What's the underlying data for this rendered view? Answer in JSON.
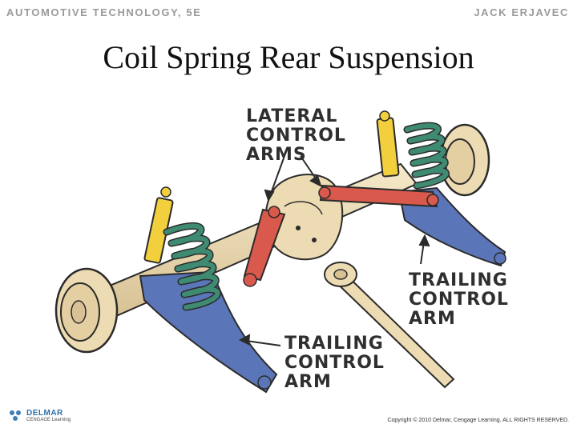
{
  "header": {
    "book_title": "AUTOMOTIVE TECHNOLOGY, 5E",
    "author": "JACK ERJAVEC"
  },
  "slide": {
    "title": "Coil Spring Rear Suspension"
  },
  "diagram": {
    "labels": {
      "lateral_control_arms": "LATERAL\nCONTROL\nARMS",
      "trailing_control_arm_right": "TRAILING\nCONTROL\nARM",
      "trailing_control_arm_left": "TRAILING\nCONTROL\nARM"
    },
    "colors": {
      "coil_spring": "#3f8a72",
      "shock_absorber": "#f2cf3d",
      "lateral_control_arm": "#d95a4c",
      "trailing_control_arm": "#5b76b8",
      "axle_housing": "#eddcb3",
      "outline": "#2b2b2b"
    }
  },
  "footer": {
    "publisher_line1": "DELMAR",
    "publisher_line2": "CENGAGE Learning",
    "copyright": "Copyright © 2010 Delmar, Cengage Learning. ALL RIGHTS RESERVED."
  }
}
